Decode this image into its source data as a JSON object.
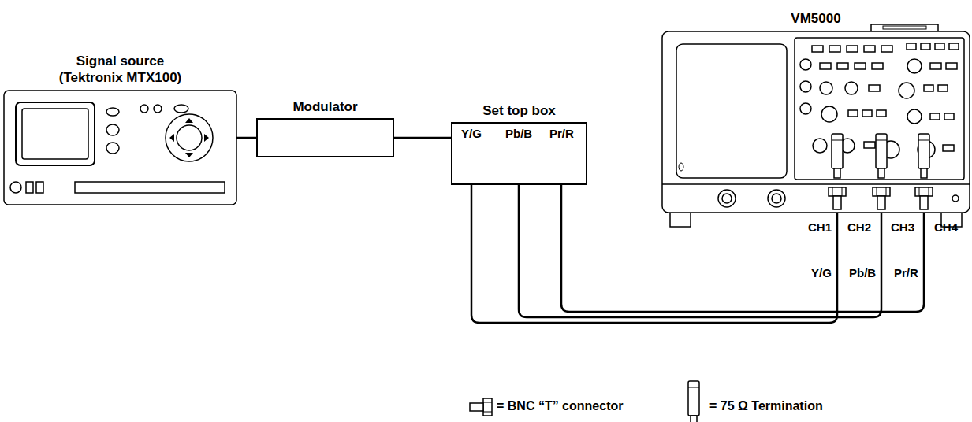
{
  "diagram": {
    "nodes": [
      {
        "text": [
          "Signal source (Tektronix MTX100)"
        ]
      },
      {
        "text": [
          "Modulator"
        ]
      },
      {
        "text": [
          "Set top box"
        ]
      },
      {
        "text": [
          "VM5000"
        ]
      }
    ],
    "edges": [
      {
        "from": 0,
        "to": 1,
        "arrow": "none"
      },
      {
        "from": 1,
        "to": 2,
        "arrow": "none"
      },
      {
        "from": 2,
        "to": 3,
        "label": "Y/G",
        "arrow": "none"
      },
      {
        "from": 2,
        "to": 3,
        "label": "Pb/B",
        "arrow": "none"
      },
      {
        "from": 2,
        "to": 3,
        "label": "Pr/R",
        "arrow": "none"
      }
    ],
    "labels": [
      "Y/G",
      "Pb/B",
      "Pr/R",
      "CH1",
      "CH2",
      "CH3",
      "CH4"
    ],
    "legend": [
      {
        "text": "= BNC “T” connector"
      },
      {
        "text": "= 75 Ω Termination"
      }
    ]
  }
}
